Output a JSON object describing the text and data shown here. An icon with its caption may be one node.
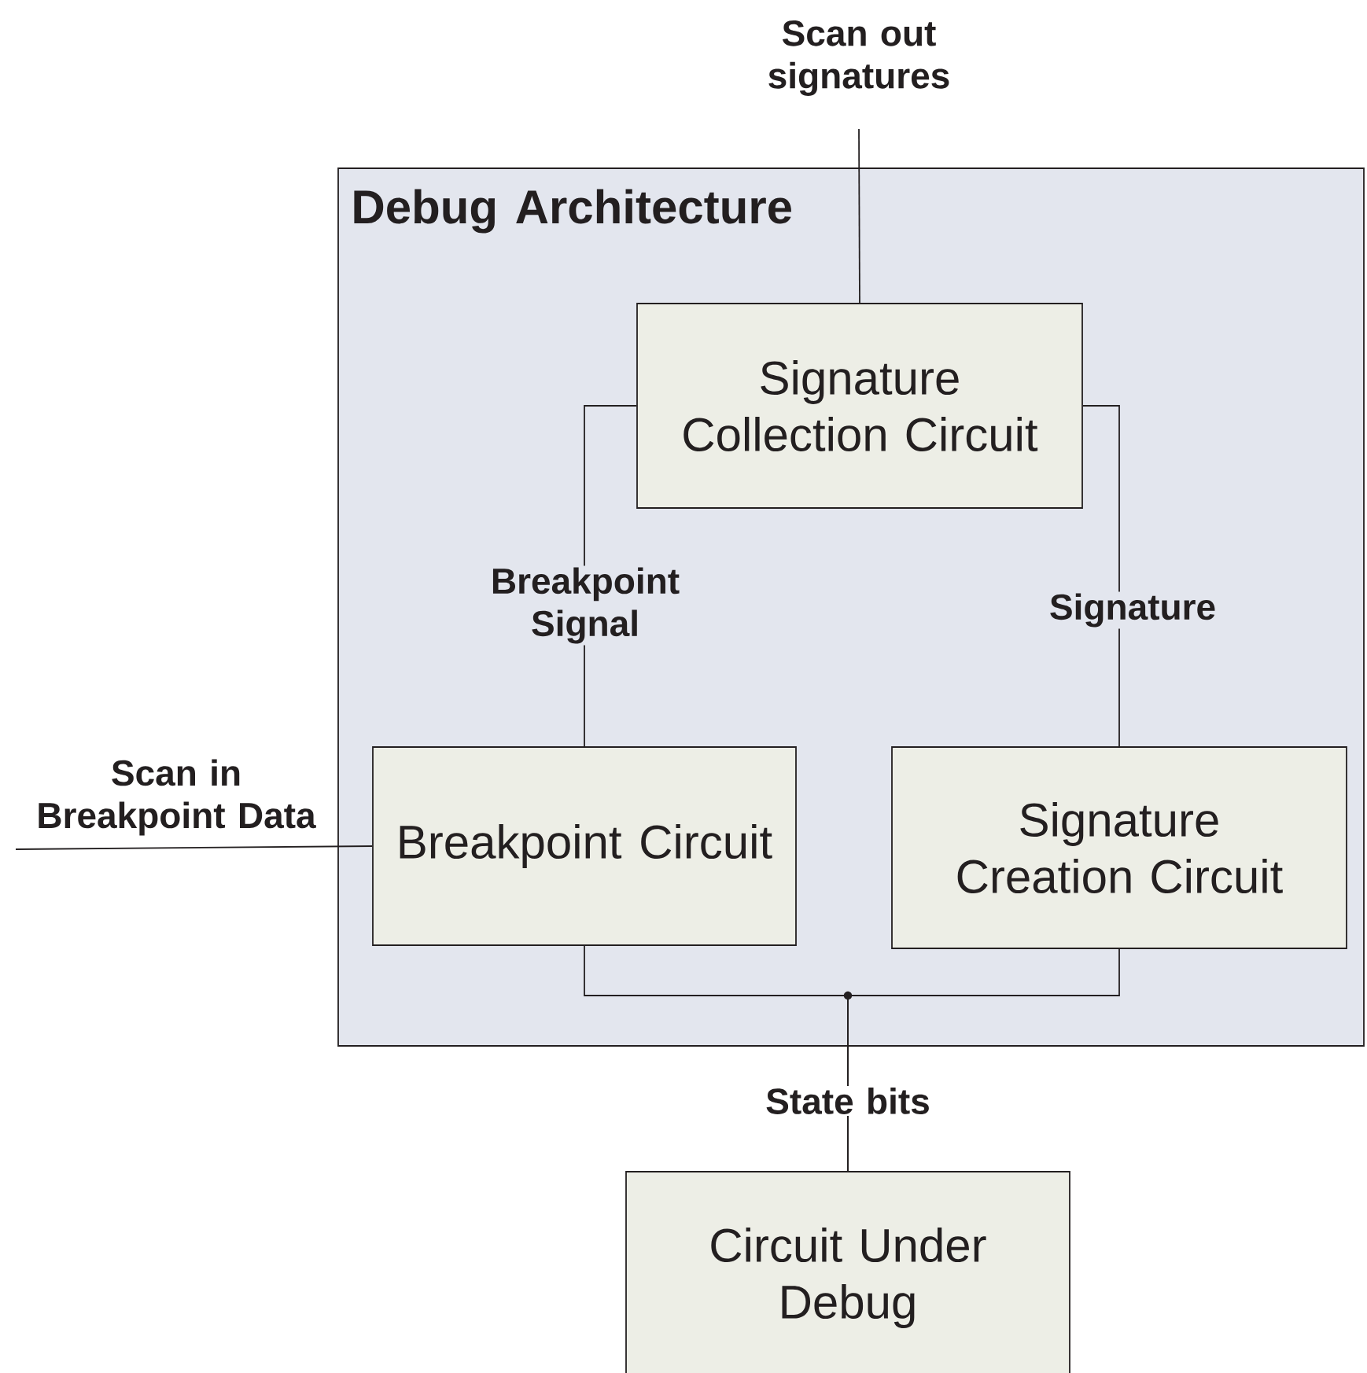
{
  "diagram": {
    "nodes": [
      {
        "text": [
          "Debug Architecture"
        ]
      },
      {
        "text": [
          "Signature Collection Circuit"
        ],
        "in": 0
      },
      {
        "text": [
          "Breakpoint Circuit"
        ],
        "in": 0
      },
      {
        "text": [
          "Signature Creation Circuit"
        ],
        "in": 0
      },
      {
        "text": [
          "Circuit Under Debug"
        ]
      }
    ],
    "edges": [
      {
        "from": null,
        "to": 1,
        "arrow": "none",
        "label": "Scan out signatures"
      },
      {
        "from": null,
        "to": 2,
        "arrow": "none",
        "label": "Scan in Breakpoint Data"
      },
      {
        "from": 2,
        "to": 1,
        "arrow": "none",
        "label": "Breakpoint Signal"
      },
      {
        "from": 3,
        "to": 1,
        "arrow": "none",
        "label": "Signature"
      },
      {
        "from": 2,
        "to": 4,
        "arrow": "none",
        "label": "State bits"
      },
      {
        "from": 3,
        "to": 4,
        "arrow": "none"
      }
    ]
  }
}
